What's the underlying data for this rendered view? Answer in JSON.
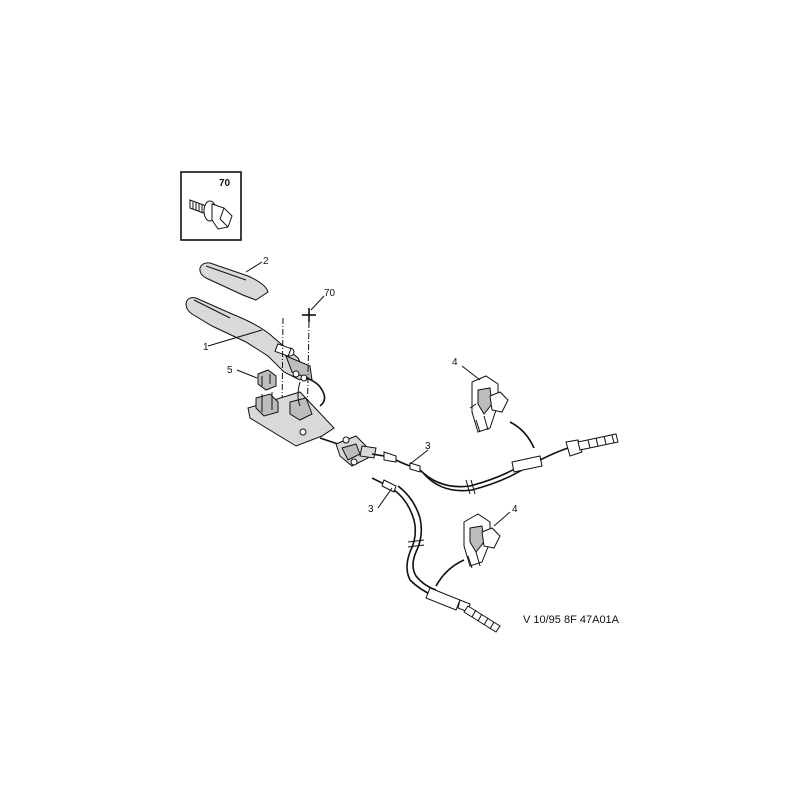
{
  "inset": {
    "label": "70"
  },
  "callouts": {
    "c1": "1",
    "c2": "2",
    "c3a": "3",
    "c3b": "3",
    "c4a": "4",
    "c4b": "4",
    "c5": "5",
    "c70": "70"
  },
  "reference": "V 10/95 8F 47A01A"
}
